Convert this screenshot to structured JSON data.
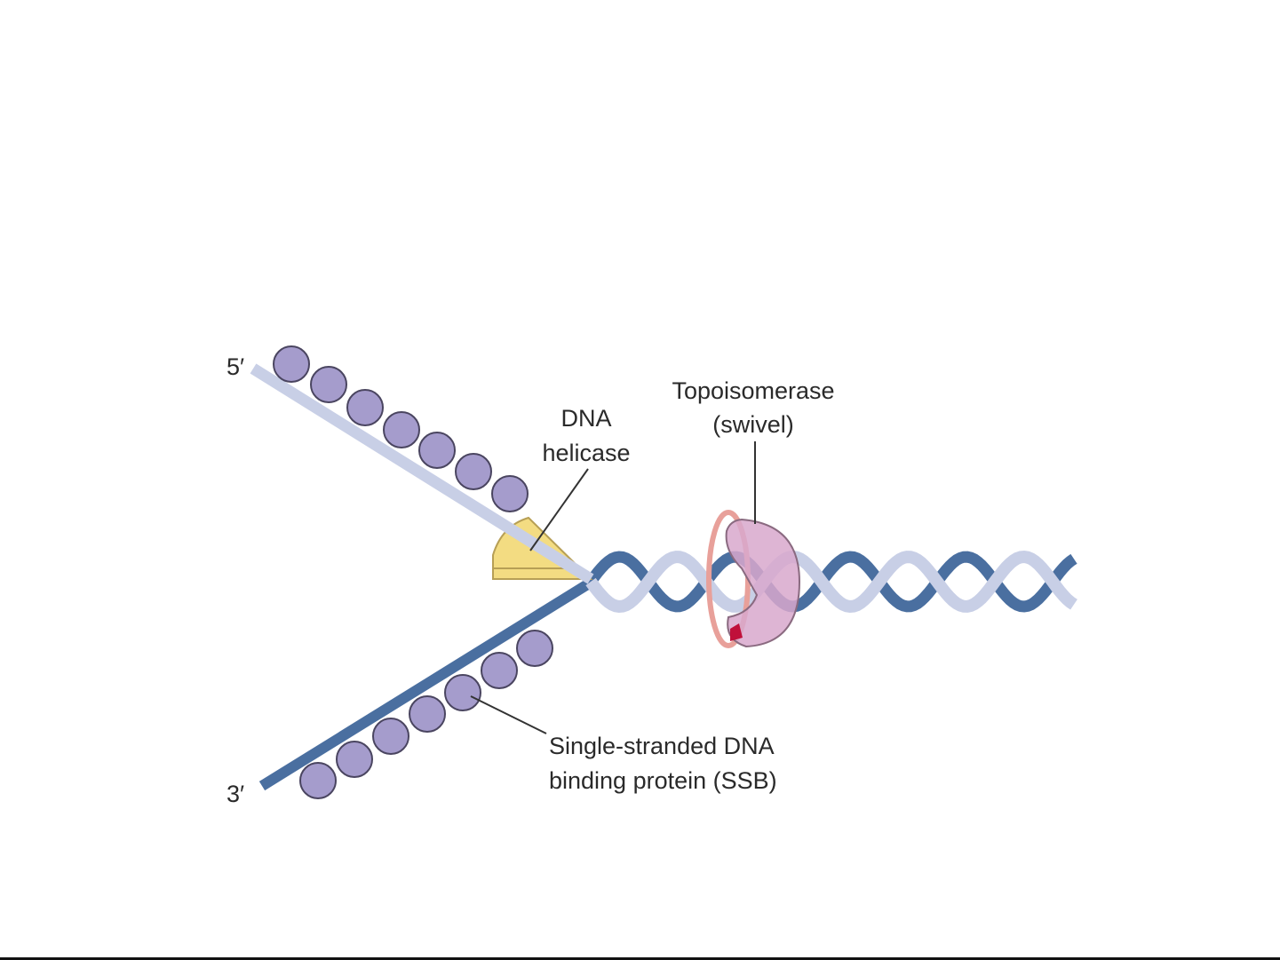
{
  "labels": {
    "five_prime": "5′",
    "three_prime": "3′",
    "helicase_line1": "DNA",
    "helicase_line2": "helicase",
    "topo_line1": "Topoisomerase",
    "topo_line2": "(swivel)",
    "ssb_line1": "Single-stranded DNA",
    "ssb_line2": "binding protein (SSB)"
  },
  "colors": {
    "light_strand": "#c8cfe6",
    "dark_strand": "#4a6fa0",
    "ssb_protein": "#a59ccc",
    "helicase": "#f3dc82",
    "topoisomerase": "#d8a8cc",
    "topo_ring": "#e8a09a"
  }
}
